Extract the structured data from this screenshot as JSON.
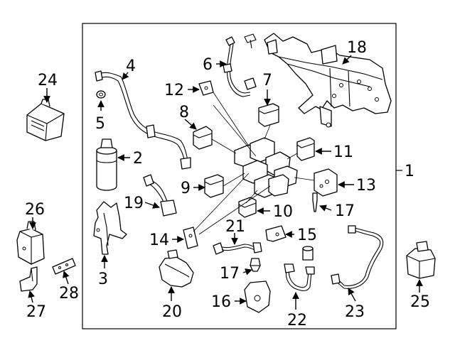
{
  "diagram": {
    "callouts": [
      "1",
      "2",
      "3",
      "4",
      "5",
      "6",
      "7",
      "8",
      "9",
      "10",
      "11",
      "12",
      "13",
      "14",
      "15",
      "16",
      "17",
      "17",
      "18",
      "19",
      "20",
      "21",
      "22",
      "23",
      "24",
      "25",
      "26",
      "27",
      "28"
    ]
  }
}
